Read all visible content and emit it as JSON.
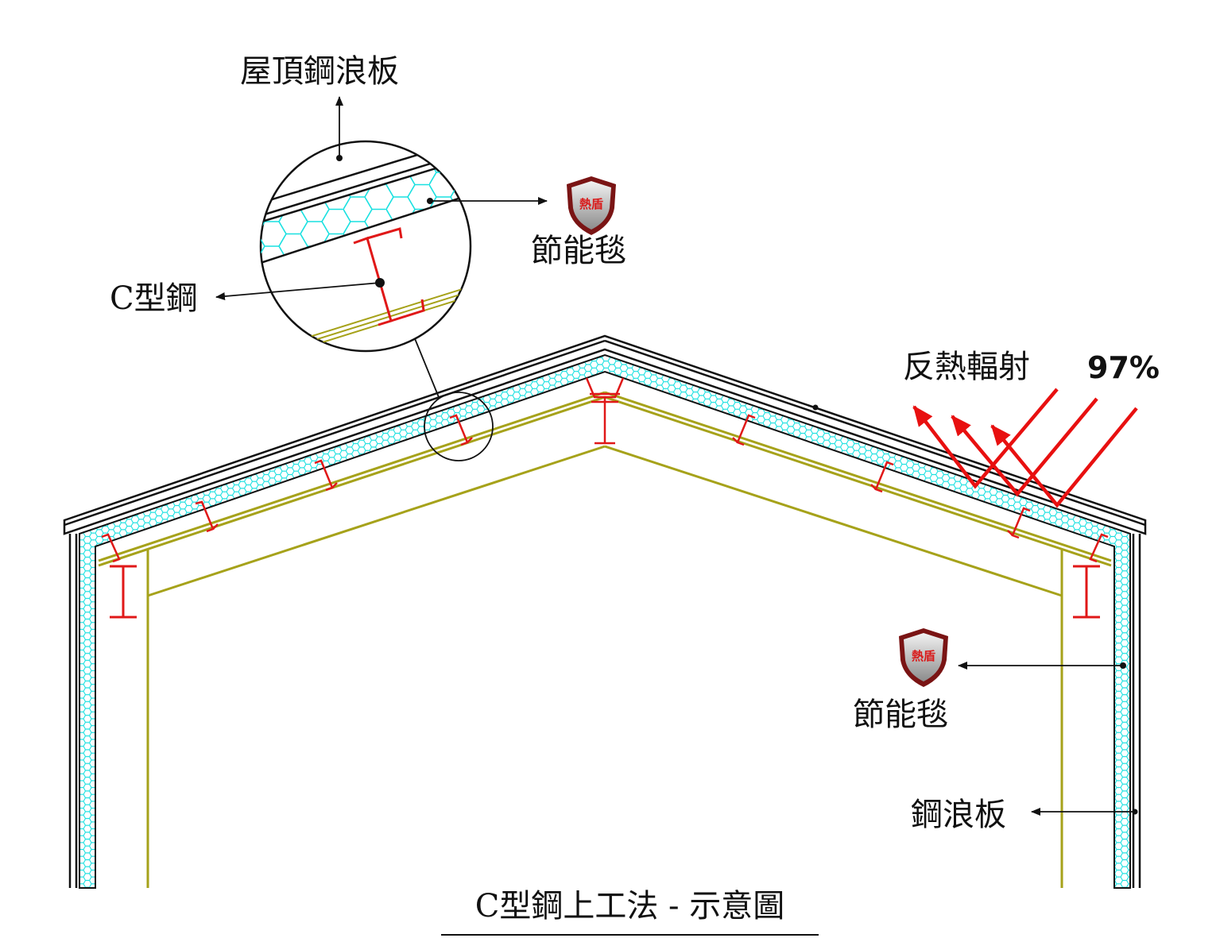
{
  "labels": {
    "roof_steel_panel": "屋頂鋼浪板",
    "blanket_top": "節能毯",
    "c_steel": "C型鋼",
    "reflect_radiation": "反熱輻射",
    "reflect_percent": "97%",
    "blanket_right": "節能毯",
    "wall_steel_panel": "鋼浪板"
  },
  "badge": {
    "text": "熱盾",
    "icon": "shield-icon"
  },
  "title": "C型鋼上工法 - 示意圖",
  "colors": {
    "insulation": "#19e0e0",
    "steel_member": "#e01818",
    "frame": "#a6a21a",
    "outline": "#111111",
    "radiation_arrow": "#e81010"
  }
}
